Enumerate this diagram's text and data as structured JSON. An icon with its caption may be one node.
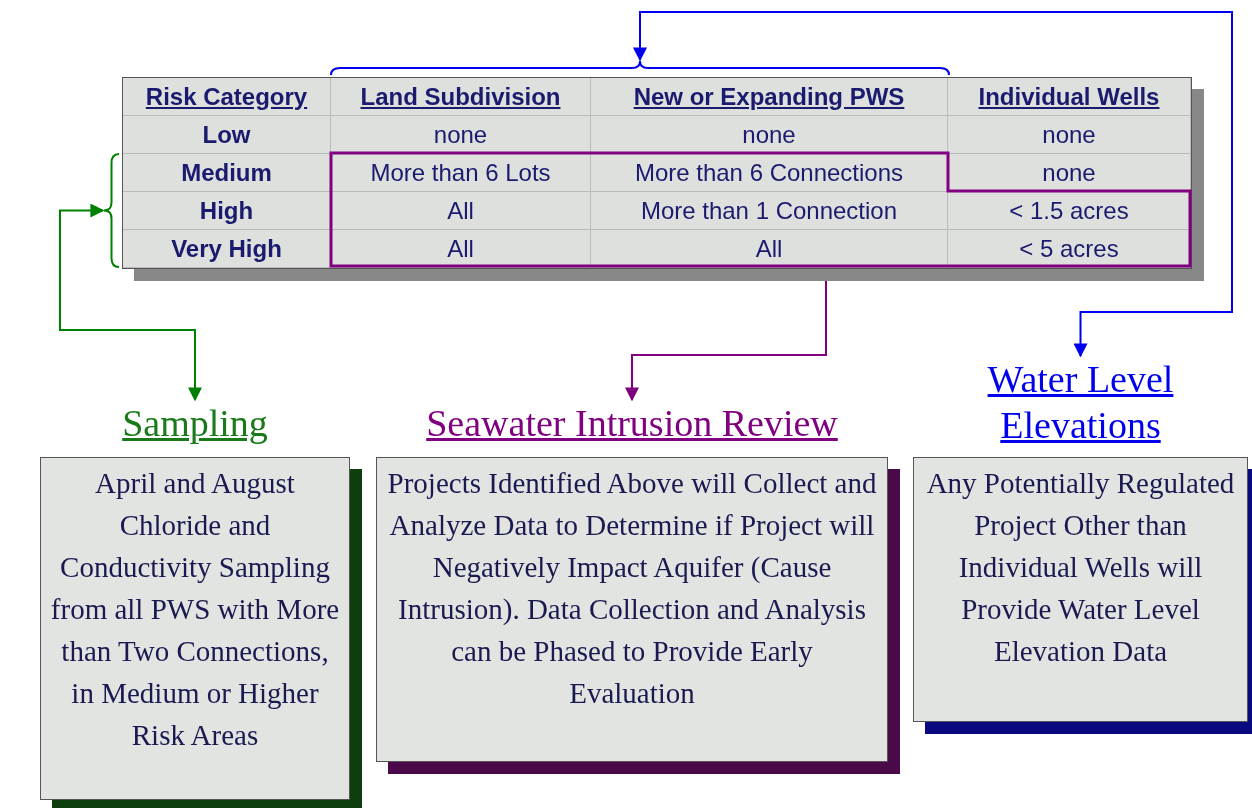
{
  "diagram": {
    "nodes": [
      {
        "text": [],
        "shape": "bracket"
      },
      {
        "text": [],
        "shape": "bracket"
      },
      {
        "text": [],
        "shape": "box"
      },
      {
        "text": [
          "Sampling",
          "April and August Chloride and Conductivity Sampling from all PWS with More than Two Connections, in Medium or Higher Risk Areas"
        ]
      },
      {
        "text": [
          "Seawater Intrusion Review",
          "Projects Identified Above will Collect and Analyze Data to Determine if Project will Negatively Impact Aquifer (Cause Intrusion).  Data Collection and Analysis can be Phased to Provide Early Evaluation"
        ]
      },
      {
        "text": [
          "Water Level Elevations",
          "Any Potentially Regulated Project Other than Individual Wells will Provide Water Level Elevation Data"
        ]
      }
    ],
    "edges": [
      {
        "from": 0,
        "to": 5,
        "arrow": "both",
        "color": "#0000ee"
      },
      {
        "from": 1,
        "to": 3,
        "arrow": "both",
        "color": "#008000"
      },
      {
        "from": 2,
        "to": 4,
        "arrow": "both",
        "color": "#800080"
      }
    ],
    "labels": [
      "Risk Category",
      "Land Subdivision",
      "New or Expanding PWS",
      "Individual Wells",
      "Low",
      "none",
      "none",
      "none",
      "Medium",
      "More than 6 Lots",
      "More than 6 Connections",
      "none",
      "High",
      "All",
      "More than 1 Connection",
      "< 1.5 acres",
      "Very High",
      "All",
      "All",
      "< 5 acres"
    ]
  }
}
